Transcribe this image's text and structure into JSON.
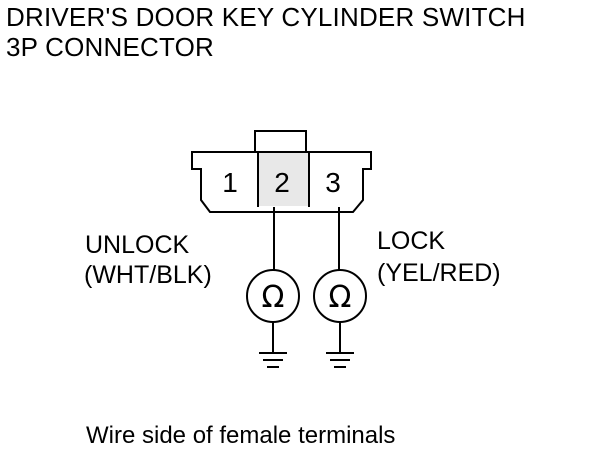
{
  "title": {
    "line1": "DRIVER'S DOOR KEY CYLINDER SWITCH",
    "line2": "3P CONNECTOR"
  },
  "connector": {
    "terminals": [
      "1",
      "2",
      "3"
    ]
  },
  "circuits": {
    "unlock": {
      "label": "UNLOCK",
      "wire": "(WHT/BLK)",
      "terminal": "2",
      "meter_symbol": "Ω",
      "meter_icon": "ohmmeter-icon",
      "ground_icon": "ground-icon"
    },
    "lock": {
      "label": "LOCK",
      "wire": "(YEL/RED)",
      "terminal": "3",
      "meter_symbol": "Ω",
      "meter_icon": "ohmmeter-icon",
      "ground_icon": "ground-icon"
    }
  },
  "caption": "Wire side of female terminals",
  "colors": {
    "ink": "#000000",
    "background": "#ffffff",
    "terminal_shade": "#e8e8e8"
  }
}
